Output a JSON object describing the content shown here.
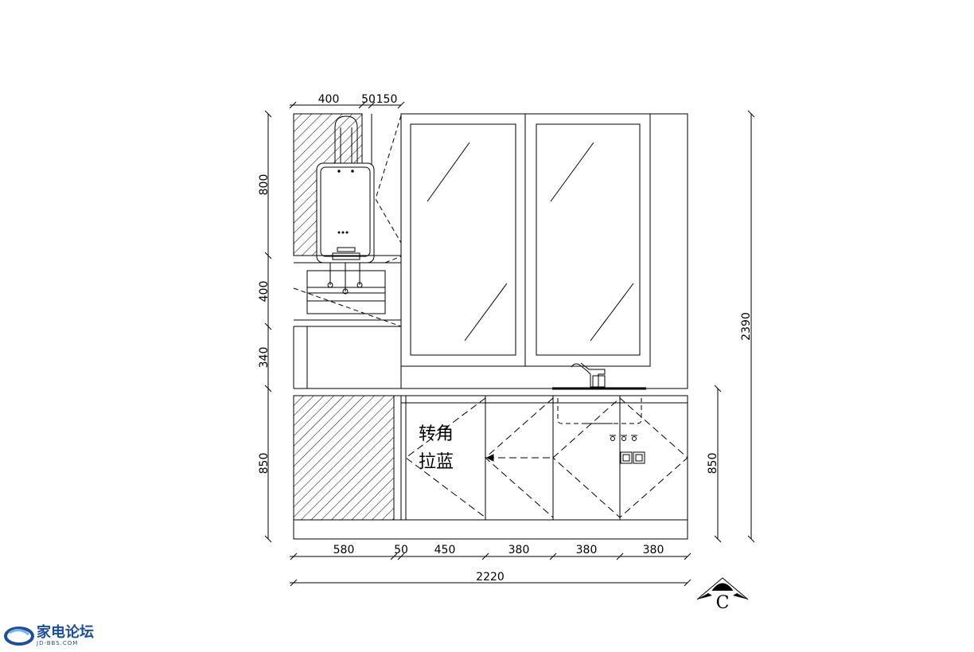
{
  "dimensions": {
    "top": [
      "400",
      "50",
      "150"
    ],
    "left": [
      "800",
      "400",
      "340",
      "850"
    ],
    "right_total": "2390",
    "right_lower": "850",
    "bottom": [
      "580",
      "50",
      "450",
      "380",
      "380",
      "380"
    ],
    "overall": "2220"
  },
  "labels": {
    "corner_basket_line1": "转角",
    "corner_basket_line2": "拉蓝"
  },
  "view_marker": "C",
  "logo": {
    "text": "家电论坛",
    "sub": "JD-BBS.COM",
    "color": "#1a4fa0"
  }
}
